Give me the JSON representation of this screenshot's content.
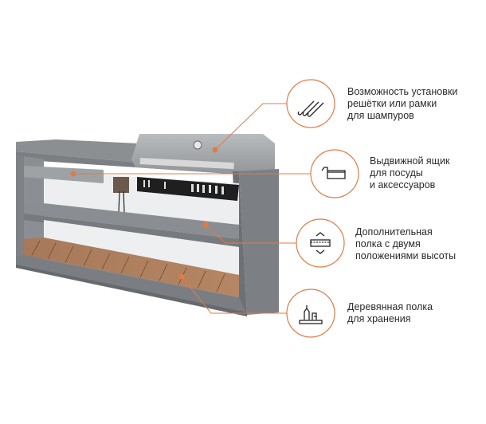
{
  "accent_color": "#e07b45",
  "features": [
    {
      "icon": "skewers-icon",
      "lines": [
        "Возможность установки",
        "решётки или рамки",
        "для шампуров"
      ]
    },
    {
      "icon": "drawer-icon",
      "lines": [
        "Выдвижной ящик",
        "для посуды",
        "и аксессуаров"
      ]
    },
    {
      "icon": "adjustable-shelf-icon",
      "lines": [
        "Дополнительная",
        "полка с двумя",
        "положениями высоты"
      ]
    },
    {
      "icon": "wooden-shelf-icon",
      "lines": [
        "Деревянная полка",
        "для хранения"
      ]
    }
  ]
}
